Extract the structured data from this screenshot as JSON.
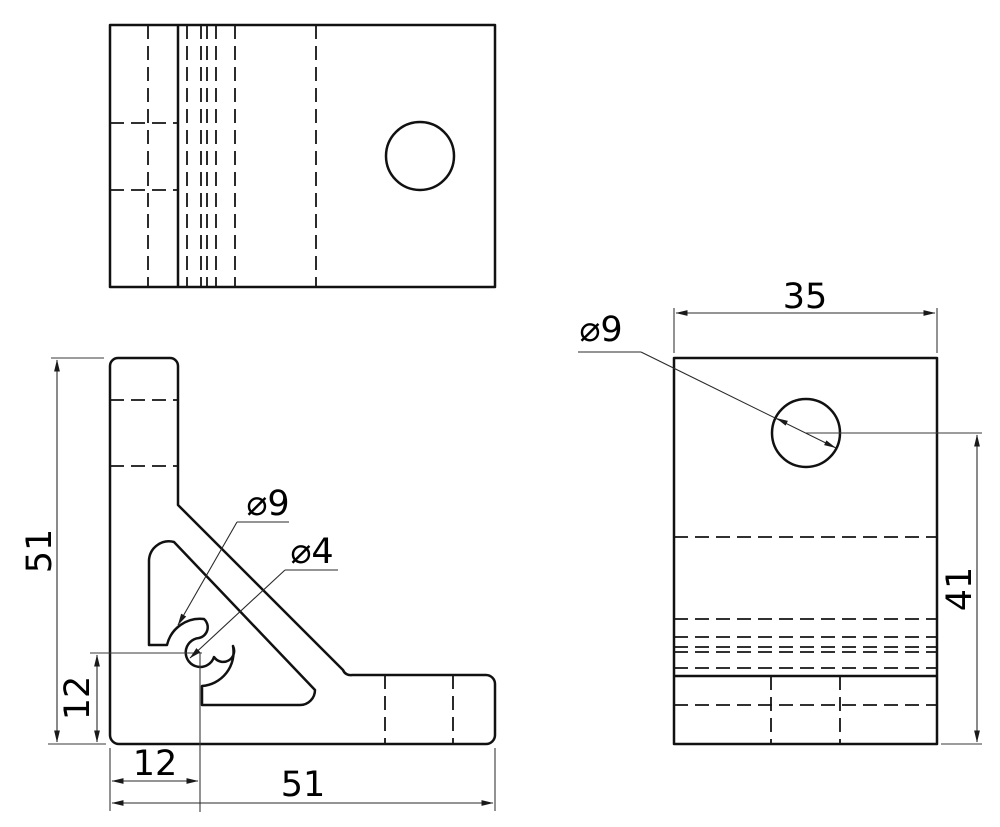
{
  "page_bg": "#ffffff",
  "line_color": "#111111",
  "dim_color": "#2a2a2a",
  "dims": {
    "front_height": "51",
    "front_hole_offset_vertical": "12",
    "front_hole_offset_horizontal": "12",
    "front_width": "51",
    "front_counterbore": "⌀9",
    "front_hole": "⌀4",
    "side_width": "35",
    "side_hole_center_to_bottom": "41",
    "side_hole": "⌀9"
  }
}
